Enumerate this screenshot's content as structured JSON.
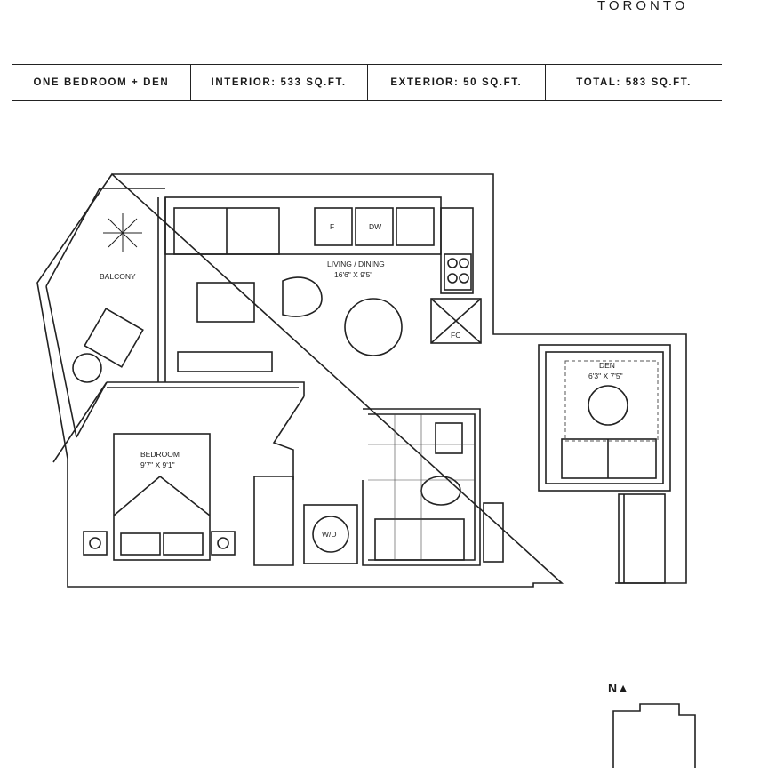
{
  "header": {
    "brand": "TORONTO"
  },
  "info_bar": {
    "unit_type": "ONE BEDROOM + DEN",
    "interior": "INTERIOR: 533 SQ.FT.",
    "exterior": "EXTERIOR: 50 SQ.FT.",
    "total": "TOTAL: 583 SQ.FT."
  },
  "rooms": {
    "balcony": "BALCONY",
    "living_name": "LIVING / DINING",
    "living_dims": "16'6\" X 9'5\"",
    "den_name": "DEN",
    "den_dims": "6'3\" X 7'5\"",
    "bedroom_name": "BEDROOM",
    "bedroom_dims": "9'7\" X 9'1\""
  },
  "appliances": {
    "fridge": "F",
    "dishwasher": "DW",
    "closet": "FC",
    "washer_dryer": "W/D"
  },
  "compass": {
    "label": "N▲"
  }
}
